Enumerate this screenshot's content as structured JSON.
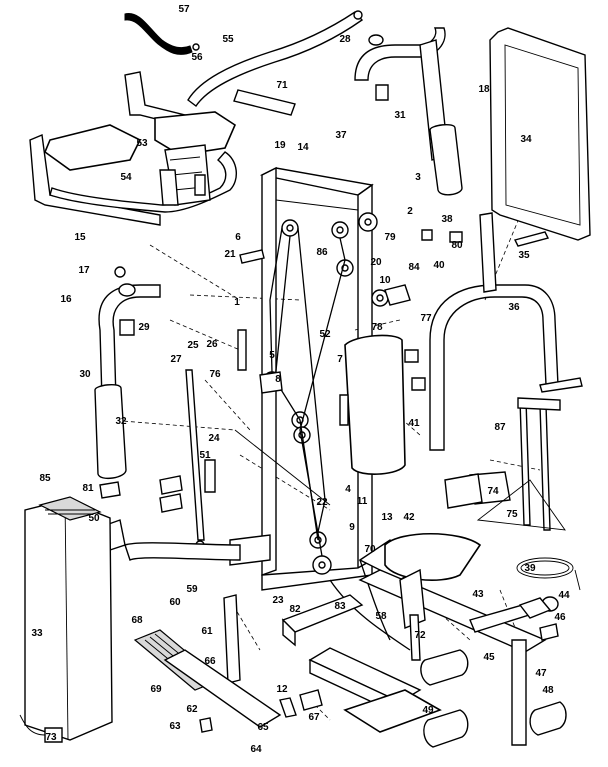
{
  "diagram": {
    "callouts": [
      "1",
      "2",
      "3",
      "4",
      "5",
      "6",
      "7",
      "8",
      "9",
      "10",
      "11",
      "12",
      "13",
      "14",
      "15",
      "16",
      "17",
      "18",
      "19",
      "20",
      "21",
      "22",
      "23",
      "24",
      "25",
      "26",
      "27",
      "28",
      "29",
      "30",
      "31",
      "32",
      "33",
      "34",
      "35",
      "36",
      "37",
      "38",
      "39",
      "40",
      "41",
      "42",
      "43",
      "44",
      "45",
      "46",
      "47",
      "48",
      "49",
      "50",
      "51",
      "52",
      "53",
      "54",
      "55",
      "56",
      "57",
      "58",
      "59",
      "60",
      "61",
      "62",
      "63",
      "64",
      "65",
      "66",
      "67",
      "68",
      "69",
      "70",
      "71",
      "72",
      "73",
      "74",
      "75",
      "76",
      "77",
      "78",
      "79",
      "80",
      "81",
      "82",
      "83",
      "84",
      "85",
      "86",
      "87"
    ]
  }
}
